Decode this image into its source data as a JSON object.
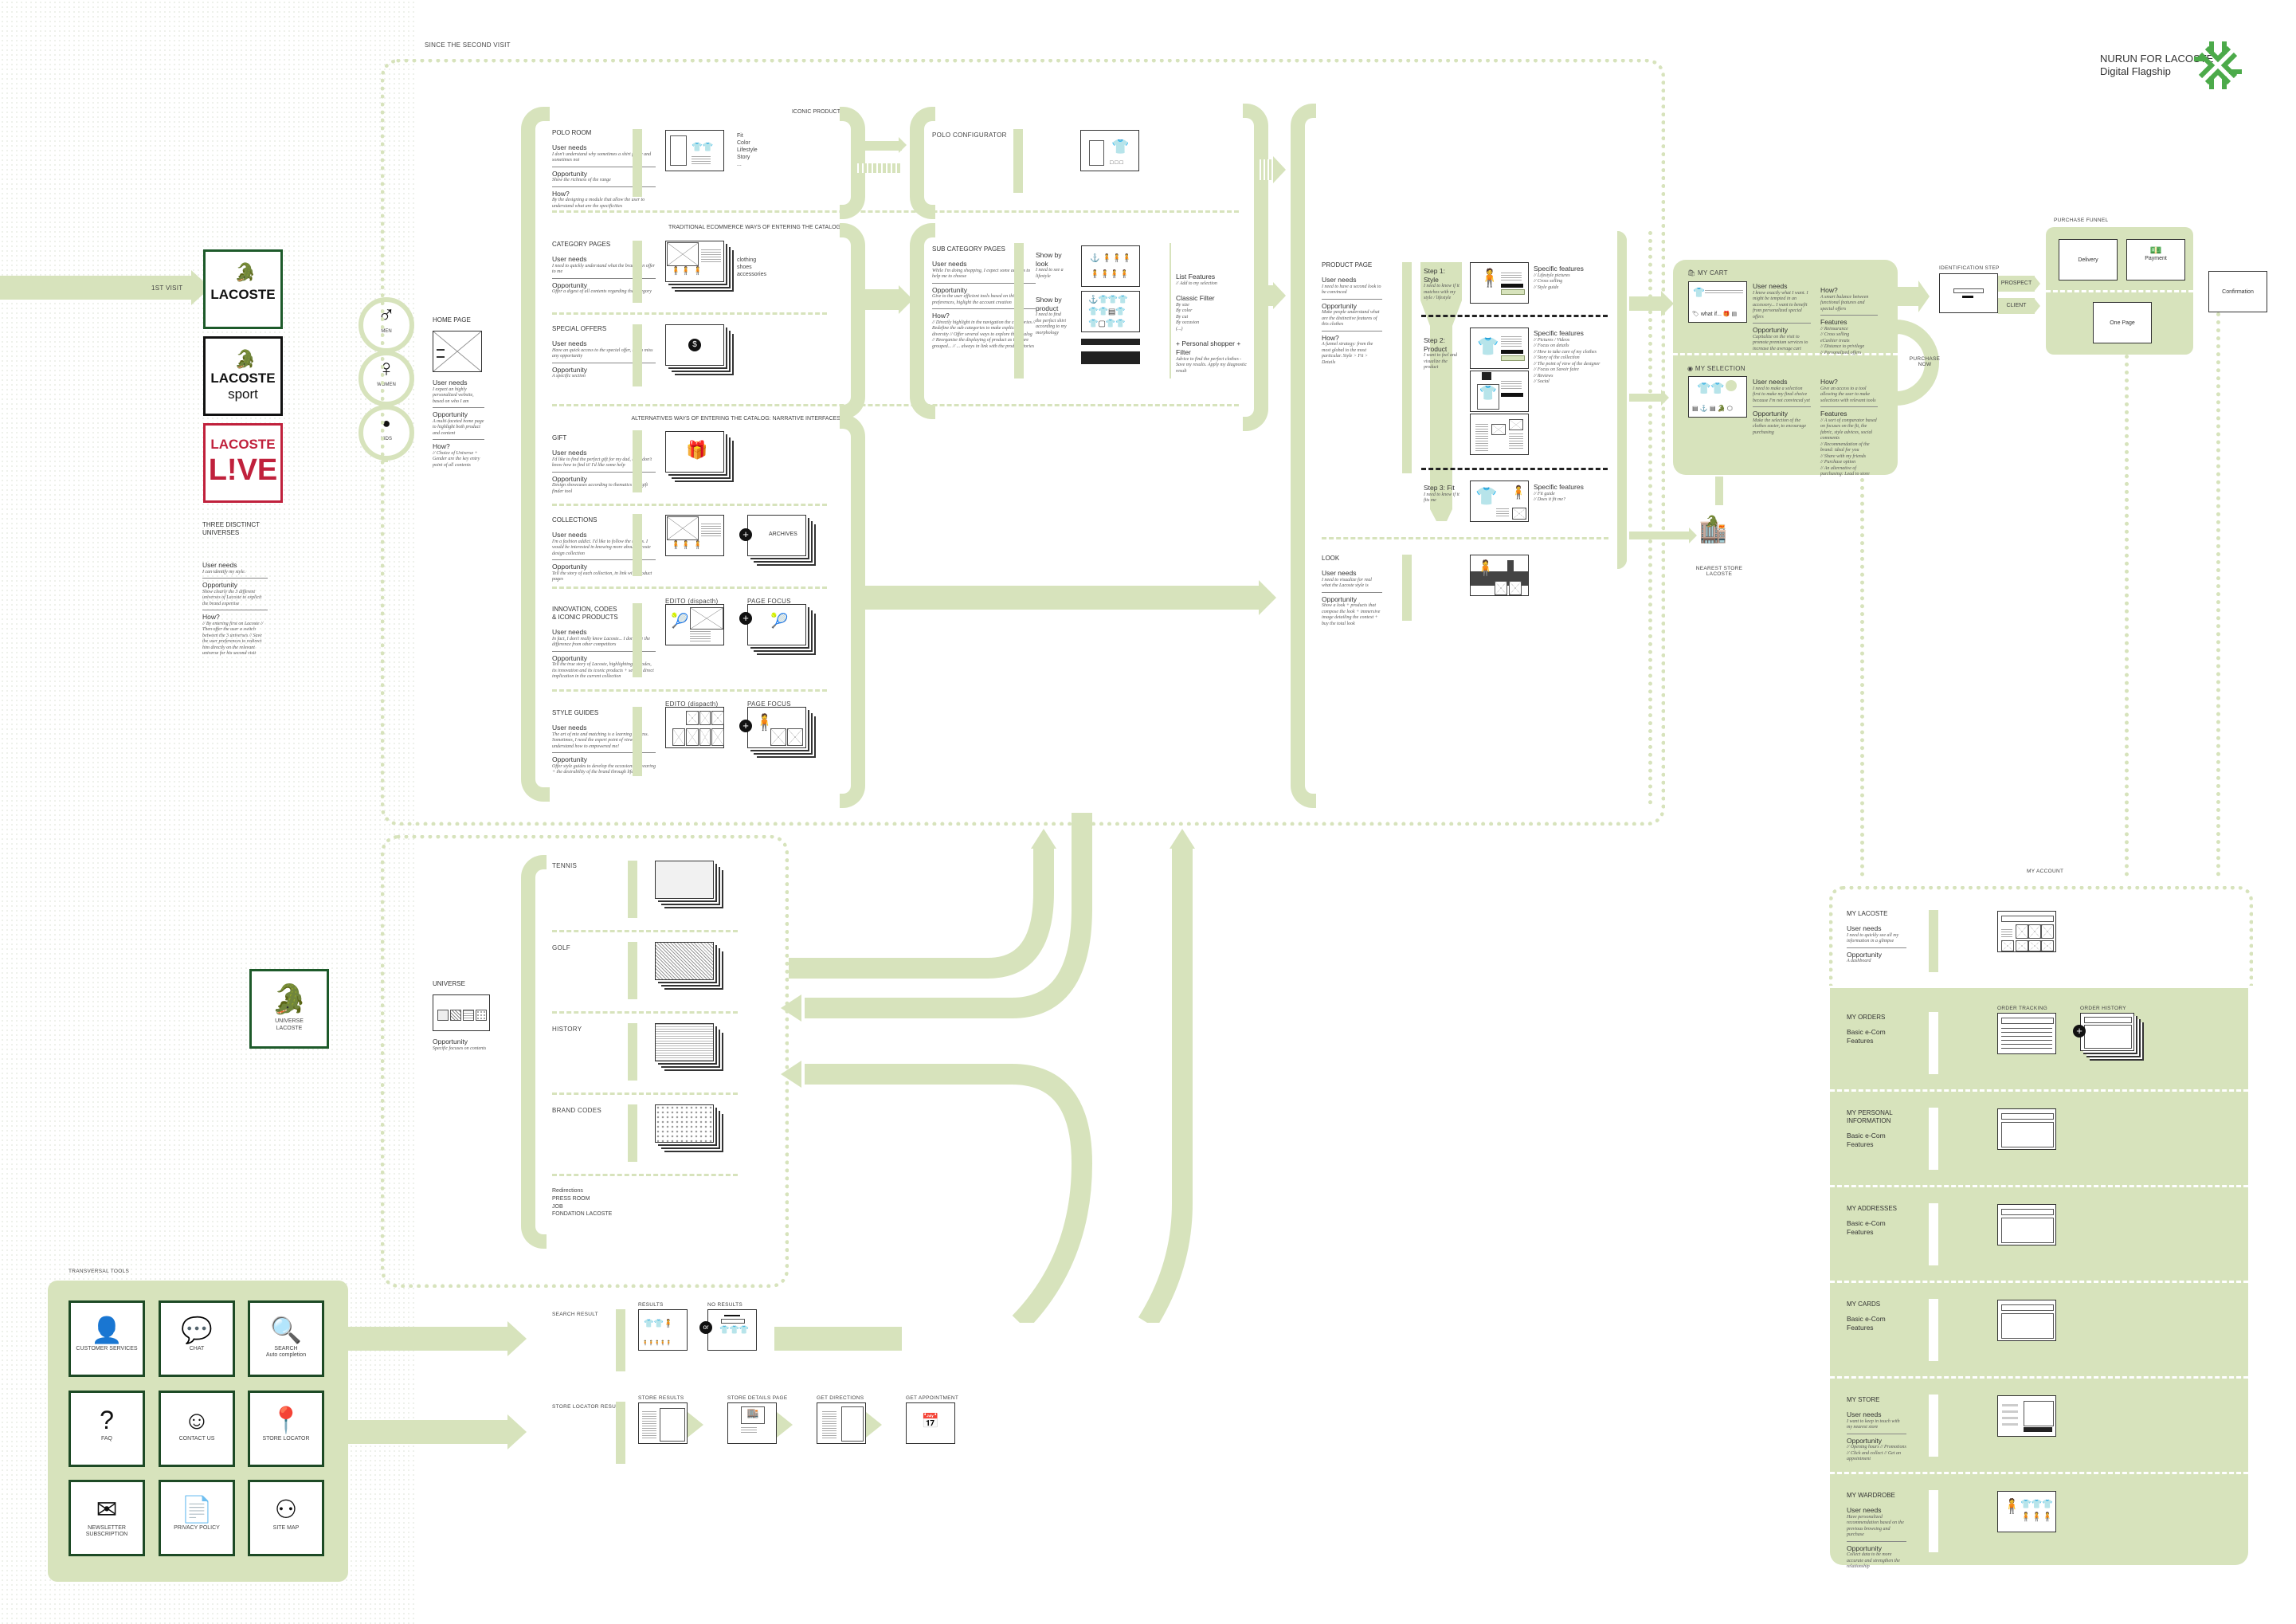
{
  "header": {
    "title_line1": "NURUN FOR LACOSTE",
    "title_line2": "Digital Flagship",
    "logo_icon": "nurun-asterisk-logo",
    "accent_color": "#4caa4a",
    "flow_color": "#d7e3bc"
  },
  "entry": {
    "first_visit": "1st VISIT",
    "since_second_visit": "SINCE THE SECOND VISIT",
    "universes": [
      {
        "brand": "LACOSTE",
        "sub": "",
        "border": "#1d5a2a"
      },
      {
        "brand": "LACOSTE",
        "sub": "sport",
        "border": "#111111"
      },
      {
        "brand": "LACOSTE",
        "sub": "L!VE",
        "border": "#c0213c"
      }
    ],
    "genders": [
      {
        "icon": "male-icon",
        "glyph": "♂",
        "label": "MEN"
      },
      {
        "icon": "female-icon",
        "glyph": "♀",
        "label": "WOMEN"
      },
      {
        "icon": "kid-icon",
        "glyph": "●",
        "label": "KIDS"
      }
    ],
    "universes_block": {
      "title": "THREE DISCTINCT UNIVERSES",
      "user_needs_h": "User needs",
      "user_needs": "I can identify my style.",
      "opportunity_h": "Opportunity",
      "opportunity": "Show clearly the 3 different universes of Lacoste to explicit the brand expertise",
      "how_h": "How?",
      "how": "// By entering first on Lacoste // Then offer the user a switch between the 3 universes // Save the user preferences to redirect him directly on the relevant universe for his second visit"
    },
    "home_page": {
      "title": "HOME PAGE",
      "user_needs_h": "User needs",
      "user_needs": "I expect an highly personalized website, based on who I am",
      "opportunity_h": "Opportunity",
      "opportunity": "A multi-faceted home page to highlight both product and content",
      "how_h": "How?",
      "how": "// Choice of Universe + Gender are the key entry point of all contents"
    },
    "universe_lacoste": "UNIVERSE LACOSTE"
  },
  "catalog": {
    "iconic_header": "ICONIC PRODUCT",
    "traditional_header": "TRADITIONAL ECOMMERCE WAYS OF ENTERING THE CATALOG",
    "alternative_header": "ALTERNATIVES WAYS OF ENTERING THE CATALOG: NARRATIVE INTERFACES",
    "polo_room": {
      "title": "POLO ROOM",
      "user_needs_h": "User needs",
      "user_needs": "I don't understand why sometimes a shirt fit me and sometimes not",
      "opportunity_h": "Opportunity",
      "opportunity": "Show the richness of the range",
      "how_h": "How?",
      "how": "By the designing a module that allow the user to understand what are the specificities",
      "features": [
        "Fit",
        "Color",
        "Lifestyle",
        "Story",
        "..."
      ]
    },
    "polo_configurator": {
      "title": "POLO CONFIGURATOR"
    },
    "category_pages": {
      "title": "CATEGORY PAGES",
      "user_needs_h": "User needs",
      "user_needs": "I need to quickly understand what the brand can offer to me",
      "opportunity_h": "Opportunity",
      "opportunity": "Offer a digest of all contents regarding the category",
      "features": [
        "clothing",
        "shoes",
        "accessories"
      ]
    },
    "special_offers": {
      "title": "SPECIAL OFFERS",
      "user_needs_h": "User needs",
      "user_needs": "Have an quick access to the special offer, not to miss any opportunity",
      "opportunity_h": "Opportunity",
      "opportunity": "A specific section"
    },
    "sub_category": {
      "title": "SUB CATEGORY PAGES",
      "user_needs_h": "User needs",
      "user_needs": "While I'm doing shopping, I expect some advices to help me to choose",
      "opportunity_h": "Opportunity",
      "opportunity": "Give to the user efficient tools based on this preferences, higlight the account creation",
      "how_h": "How?",
      "how": "// Directly highlight in the navigation the categories // Redefine the sub categories to make explicit the diversity // Offer several ways to explore the catalog // Reorganize the displaying of product as they are grouped... // ... always in link with the product stories",
      "show_by_look_h": "Show by look",
      "show_by_look": "I need to see a lifestyle",
      "show_by_product_h": "Show by product",
      "show_by_product": "I need to find the perfect shirt according to my morphology",
      "list_features_h": "List Features",
      "list_features": "// Add to my selection",
      "classic_filter_h": "Classic Filter",
      "classic_filter": [
        "By size",
        "By color",
        "By cut",
        "By occasion",
        "(...)"
      ],
      "personal_shopper_h": "+ Personal shopper + Filter",
      "personal_shopper": "Advice to find the perfect clothes - Save my results. Apply my diagnostic result"
    },
    "gift": {
      "title": "GIFT",
      "user_needs_h": "User needs",
      "user_needs": "I'd like to find the perfect gift for my dad, but I don't know how to find it! I'd like some help",
      "opportunity_h": "Opportunity",
      "opportunity": "Design showcases according to thematics + A gift finder tool"
    },
    "collections": {
      "title": "COLLECTIONS",
      "user_needs_h": "User needs",
      "user_needs": "I'm a fashion addict. I'd like to follow the trends. I would be interested in knowing more about Lacoste design collection",
      "opportunity_h": "Opportunity",
      "opportunity": "Tell the story of each collection, in link with product pages",
      "archives": "ARCHIVES"
    },
    "innovation": {
      "title": "INNOVATION, CODES & ICONIC PRODUCTS",
      "user_needs_h": "User needs",
      "user_needs": "In fact, I don't really know Lacoste... I don't see the difference from other competitors",
      "opportunity_h": "Opportunity",
      "opportunity": "Tell the true story of Lacoste, highlighting its codes, its innovation and its iconic products + see the direct implication in the current collection",
      "edito": "EDITO (dispacth)",
      "page_focus": "PAGE FOCUS"
    },
    "style_guides": {
      "title": "STYLE GUIDES",
      "user_needs_h": "User needs",
      "user_needs": "The art of mix and matching is a learning process. Sometimes, I need the expert point of view to understand how to empowered me!",
      "opportunity_h": "Opportunity",
      "opportunity": "Offer style guides to develop the occasions of wearing + the desirability of the brand through lifestyle",
      "edito": "EDITO (dispacth)",
      "page_focus": "PAGE FOCUS"
    }
  },
  "product": {
    "product_page": {
      "title": "PRODUCT PAGE",
      "user_needs_h": "User needs",
      "user_needs": "I need to have a second look to be convinced",
      "opportunity_h": "Opportunity",
      "opportunity": "Make people understand what are the distinctive features of this clothes",
      "how_h": "How?",
      "how": "A funnel strategy: from the most global to the most particular. Style > Fit > Details"
    },
    "steps": [
      {
        "title": "Step 1: Style",
        "desc": "I need to know if it matches with my style / lifestyle",
        "features_h": "Specific features",
        "features": [
          "// Lifestyle pictures",
          "// Cross selling",
          "// Style guide"
        ]
      },
      {
        "title": "Step 2: Product",
        "desc": "I want to feel and visualize the product",
        "features_h": "Specific features",
        "features": [
          "// Pictures / Videos",
          "// Focus on details",
          "// How to take care of my clothes",
          "// Story of the collection",
          "// The point of view of the designer",
          "// Focus on Savoir faire",
          "// Reviews",
          "// Social"
        ]
      },
      {
        "title": "Step 3: Fit",
        "desc": "I need to know if it fits me",
        "features_h": "Specific features",
        "features": [
          "// Fit guide",
          "// Does it fit me?"
        ]
      }
    ],
    "look": {
      "title": "LOOK",
      "user_needs_h": "User needs",
      "user_needs": "I need to visualize for real what the Lacoste style is",
      "opportunity_h": "Opportunity",
      "opportunity": "Show a look + products that compose the look + immersive image detailing the context + buy the total look"
    },
    "nearest_store": "NEAREST STORE LACOSTE"
  },
  "cart": {
    "my_cart": {
      "title": "MY CART",
      "user_needs_h": "User needs",
      "user_needs": "I know exactly what I want. I might be tempted in an accessory... I want to benefit from personalized special offers",
      "opportunity_h": "Opportunity",
      "opportunity": "Capitalize on the visit to promote premium services to increase the average cart",
      "how_h": "How?",
      "how": "A smart balance between functional features and special offers",
      "features_h": "Features",
      "features": [
        "// Reinsurance",
        "// Cross selling",
        "eCashier treats",
        "// Distance to privilege",
        "// Personalized offers"
      ]
    },
    "my_selection": {
      "title": "MY SELECTION",
      "user_needs_h": "User needs",
      "user_needs": "I need to make a selection first to make my final choice because I'm not convinced yet",
      "opportunity_h": "Opportunity",
      "opportunity": "Make the selection of the clothes easier, to encourage purchasing",
      "how_h": "How?",
      "how": "Give an access to a tool allowing the user to make selections with relevant tools",
      "features_h": "Features",
      "features": [
        "// A sort of comparator based on focuses on the fit, the fabric, style advices, social comments",
        "// Recommendation of the brand: ideal for you",
        "// Share with my friends",
        "// Purchase option",
        "// An alternative of purchasing: Lead to store"
      ]
    },
    "purchase_now": "PURCHASE NOW",
    "identification": "IDENTIFICATION STEP",
    "prospect": "PROSPECT",
    "client": "CLIENT"
  },
  "purchase_funnel": {
    "title": "PURCHASE FUNNEL",
    "delivery": "Delivery",
    "payment": "Payment",
    "one_page": "One Page",
    "confirmation": "Confirmation"
  },
  "universe": {
    "title": "UNIVERSE",
    "opportunity_h": "Opportunity",
    "opportunity": "Specific focuses on contents",
    "items": [
      "TENNIS",
      "GOLF",
      "HISTORY",
      "BRAND CODES"
    ],
    "redirections_h": "Redirections",
    "redirections": [
      "PRESS ROOM",
      "JOB",
      "FONDATION LACOSTE"
    ]
  },
  "tools": {
    "title": "TRANSVERSAL TOOLS",
    "items": [
      {
        "icon": "customer-service-icon",
        "glyph": "👤",
        "label": "CUSTOMER SERVICES",
        "sub": ""
      },
      {
        "icon": "chat-icon",
        "glyph": "💬",
        "label": "CHAT",
        "sub": ""
      },
      {
        "icon": "search-icon",
        "glyph": "🔍",
        "label": "SEARCH",
        "sub": "Auto completion"
      },
      {
        "icon": "faq-icon",
        "glyph": "?",
        "label": "FAQ",
        "sub": ""
      },
      {
        "icon": "headset-icon",
        "glyph": "☺",
        "label": "CONTACT US",
        "sub": ""
      },
      {
        "icon": "map-pin-icon",
        "glyph": "📍",
        "label": "STORE LOCATOR",
        "sub": ""
      },
      {
        "icon": "envelope-icon",
        "glyph": "✉",
        "label": "NEWSLETTER SUBSCRIPTION",
        "sub": ""
      },
      {
        "icon": "document-icon",
        "glyph": "📄",
        "label": "PRIVACY POLICY",
        "sub": ""
      },
      {
        "icon": "sitemap-icon",
        "glyph": "⚇",
        "label": "SITE MAP",
        "sub": ""
      }
    ]
  },
  "search_result": {
    "title": "SEARCH RESULT",
    "results": "RESULTS",
    "no_results": "NO RESULTS",
    "or": "or"
  },
  "store_locator": {
    "title": "STORE LOCATOR RESULTS",
    "steps": [
      "STORE RESULTS",
      "STORE DETAILS PAGE",
      "GET DIRECTIONS",
      "GET APPOINTMENT"
    ]
  },
  "account": {
    "title": "MY ACCOUNT",
    "my_lacoste": {
      "title": "MY LACOSTE",
      "user_needs_h": "User needs",
      "user_needs": "I need to quickly see all my information in a glimpse",
      "opportunity_h": "Opportunity",
      "opportunity": "A dashboard"
    },
    "my_orders": {
      "title": "MY ORDERS",
      "desc": "Basic e-Com Features",
      "order_tracking": "ORDER TRACKING",
      "order_history": "ORDER HISTORY"
    },
    "my_personal": {
      "title": "MY PERSONAL INFORMATION",
      "desc": "Basic e-Com Features"
    },
    "my_addresses": {
      "title": "MY ADDRESSES",
      "desc": "Basic e-Com Features"
    },
    "my_cards": {
      "title": "MY CARDS",
      "desc": "Basic e-Com Features"
    },
    "my_store": {
      "title": "MY STORE",
      "user_needs_h": "User needs",
      "user_needs": "I want to keep in touch with my nearest store",
      "opportunity_h": "Opportunity",
      "opportunity": "// Opening hours // Promotions // Click and collect // Get an appointment"
    },
    "my_wardrobe": {
      "title": "MY WARDROBE",
      "user_needs_h": "User needs",
      "user_needs": "Have personalized recommendation based on the previous browsing and purchase",
      "opportunity_h": "Opportunity",
      "opportunity": "Collect data to be more accurate and strengthen the relationship"
    }
  }
}
